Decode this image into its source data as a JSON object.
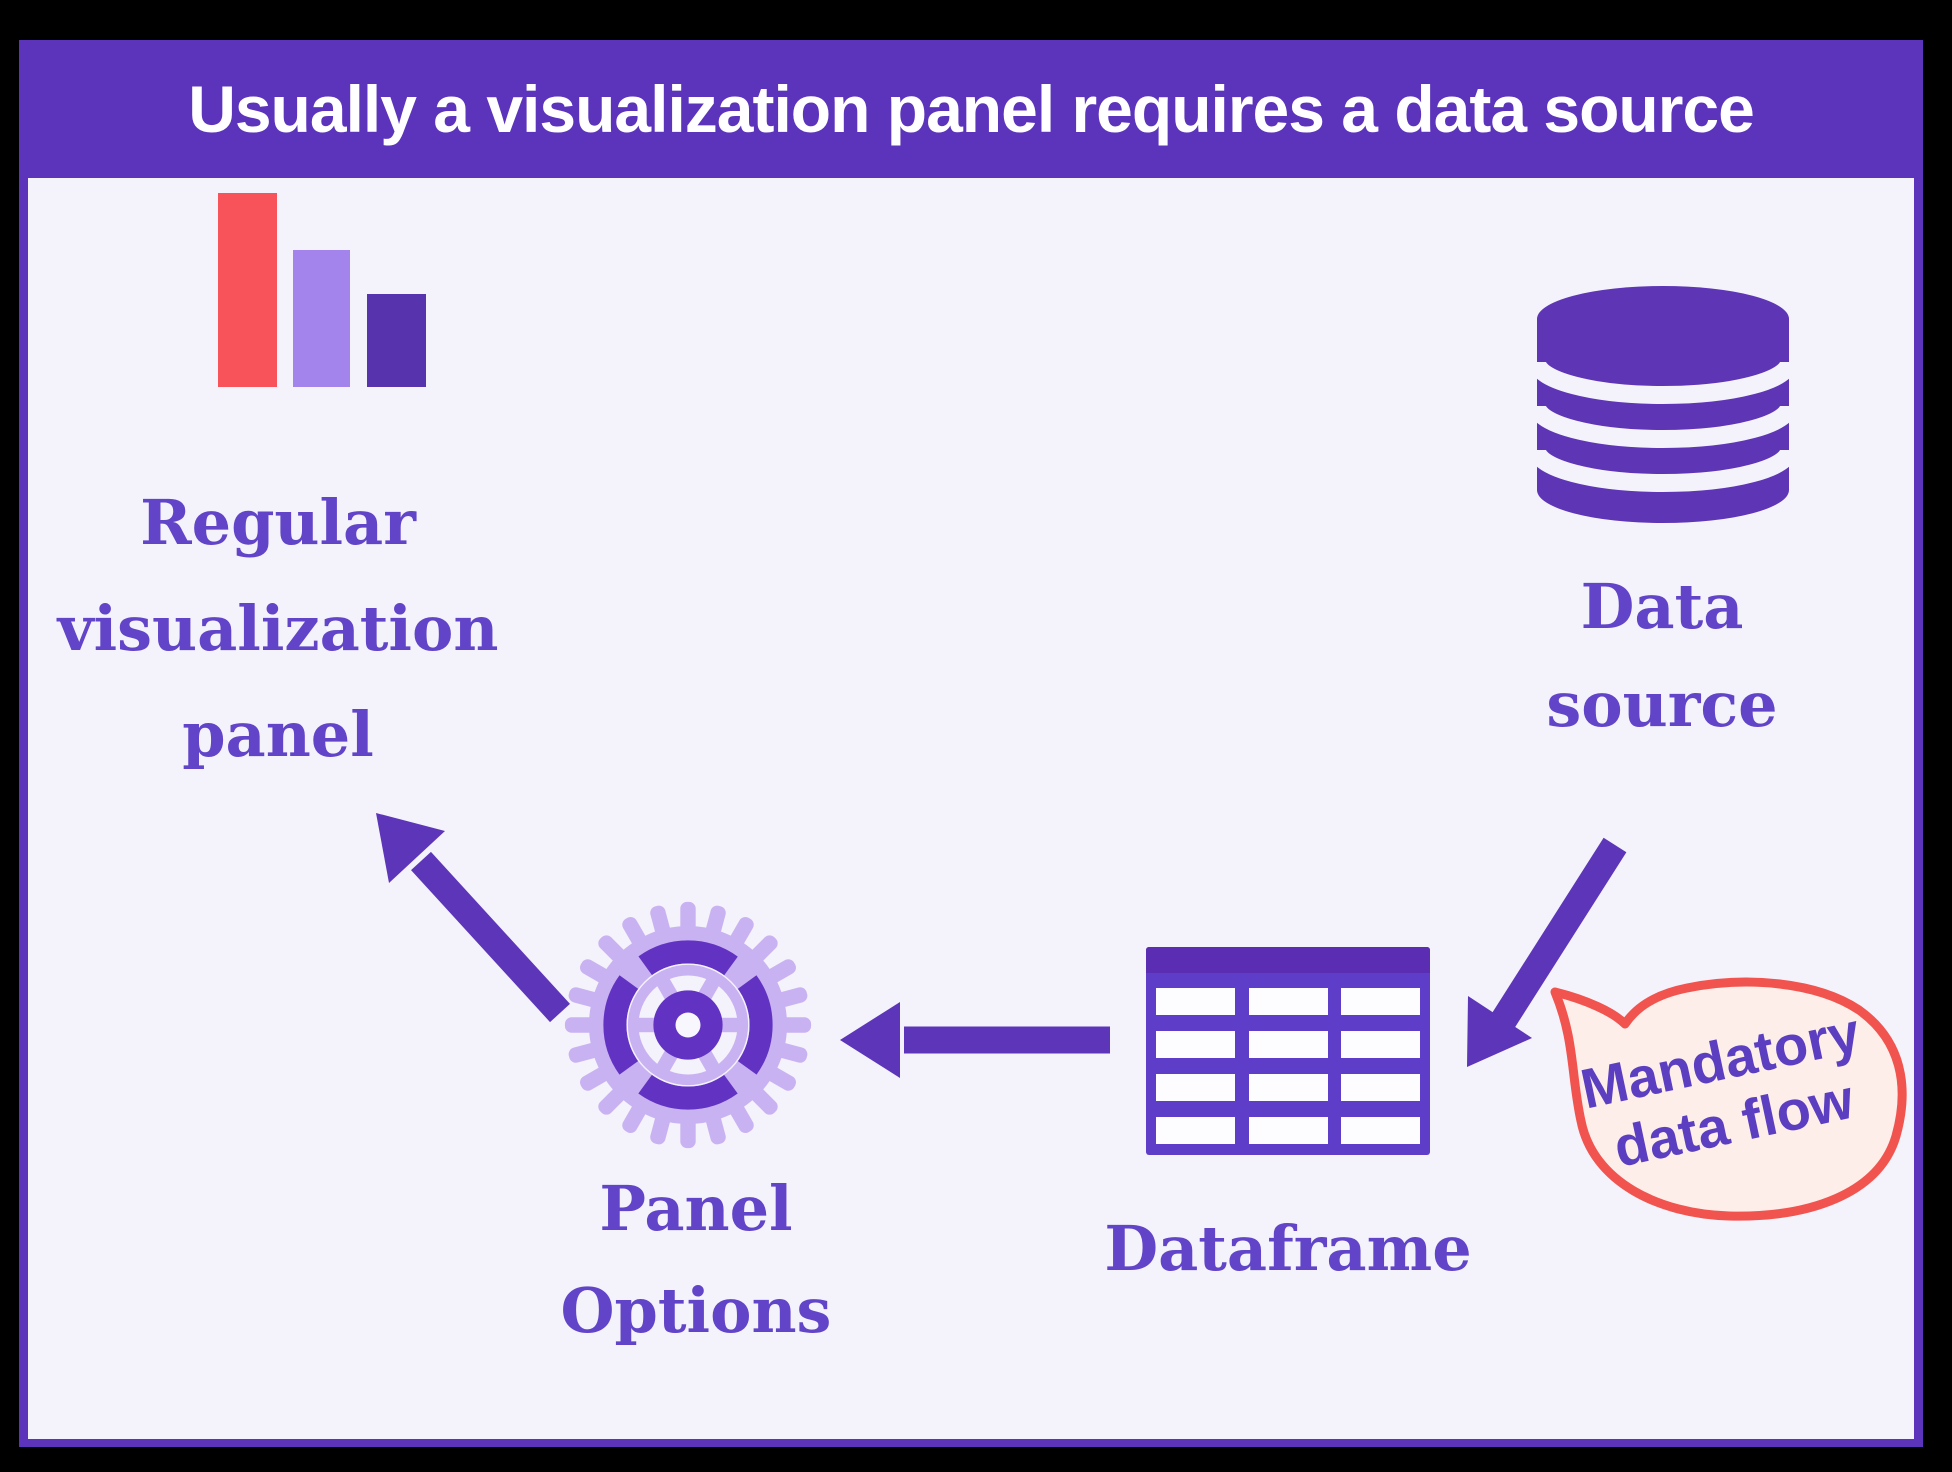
{
  "header": {
    "title": "Usually a visualization panel requires a data source"
  },
  "diagram": {
    "nodes": {
      "regular_panel": {
        "icon": "bar-chart-icon",
        "label_lines": [
          "Regular",
          "visualization",
          "panel"
        ]
      },
      "data_source": {
        "icon": "database-icon",
        "label_lines": [
          "Data",
          "source"
        ]
      },
      "dataframe": {
        "icon": "table-icon",
        "label_lines": [
          "Dataframe"
        ]
      },
      "panel_options": {
        "icon": "gear-icon",
        "label_lines": [
          "Panel",
          "Options"
        ]
      }
    },
    "edges": [
      {
        "from": "data_source",
        "to": "dataframe"
      },
      {
        "from": "dataframe",
        "to": "panel_options"
      },
      {
        "from": "panel_options",
        "to": "regular_panel"
      }
    ],
    "callout": {
      "lines": [
        "Mandatory",
        "data flow"
      ],
      "attached_to": "edge data_source → dataframe"
    }
  },
  "colors": {
    "frame_purple": "#5c33bb",
    "canvas_lavender": "#f4f2fb",
    "title_white": "#ffffff",
    "label_purple": "#6144c8",
    "arrow_purple": "#5c35b8",
    "bar_red": "#f8525a",
    "bar_light_purple": "#a383ec",
    "bar_dark_purple": "#5833ae",
    "database_purple": "#5d35b5",
    "gear_light_purple": "#c9b2f2",
    "gear_dark_purple": "#6233c2",
    "table_body_purple": "#5e3dc9",
    "table_header_purple": "#5b2db2",
    "callout_border_red": "#f1544f",
    "callout_fill_pink": "#fdeeea",
    "callout_text_purple": "#5b3fc0",
    "outer_background": "#000000"
  }
}
